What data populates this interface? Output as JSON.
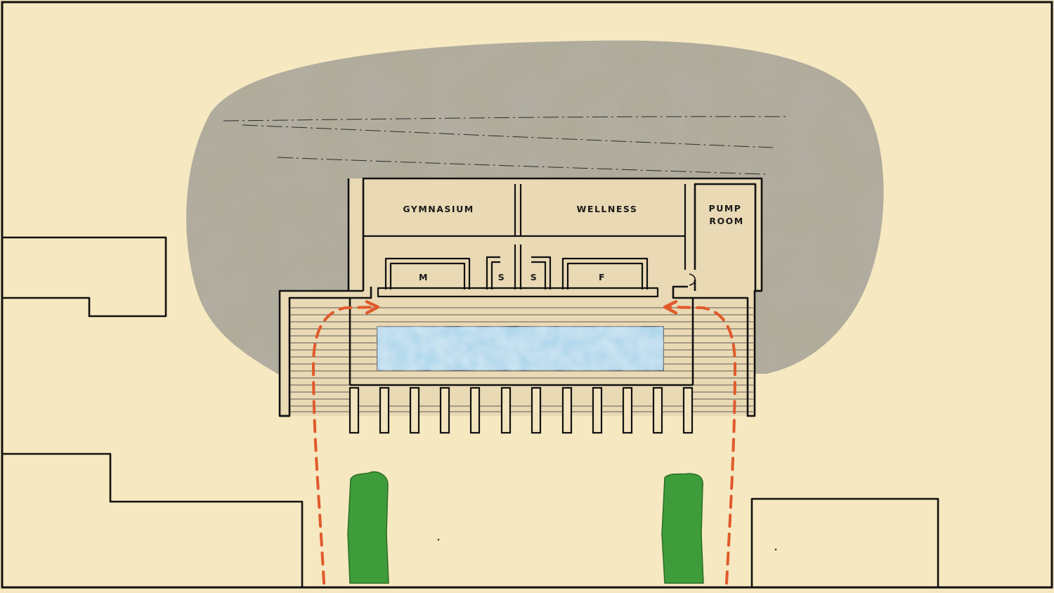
{
  "rooms": {
    "gymnasium": "GYMNASIUM",
    "wellness": "WELLNESS",
    "pump_line1": "PUMP",
    "pump_line2": "ROOM",
    "men": "M",
    "shower1": "S",
    "shower2": "S",
    "female": "F"
  },
  "colors": {
    "paper": "#f6e8c0",
    "rock": "#b0aa97",
    "building": "#e9d9b4",
    "pool": "#a6d3ea",
    "hedge": "#3f9c3a",
    "circulation": "#e05a2c",
    "ink": "#111111"
  }
}
